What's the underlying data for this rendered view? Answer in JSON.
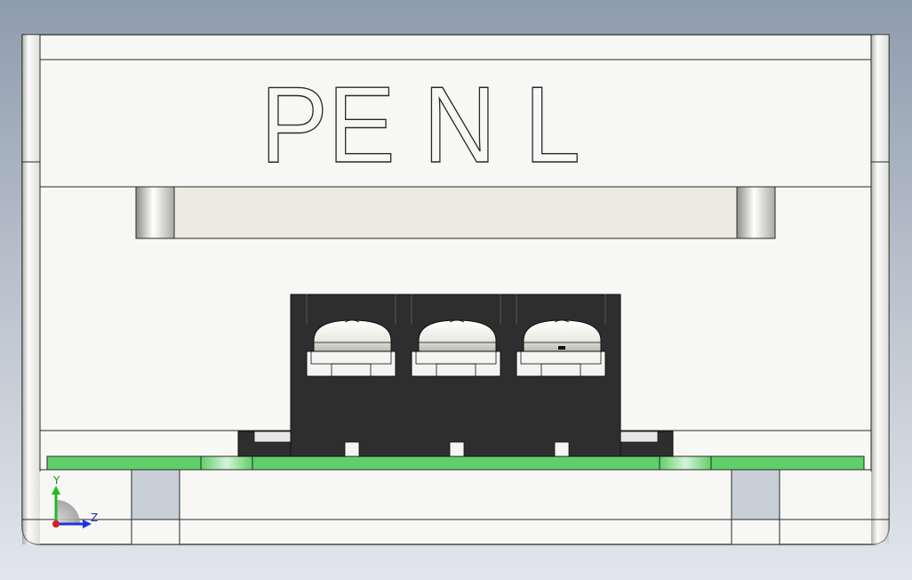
{
  "view": {
    "engraved_text": "PE N L",
    "triad": {
      "y_axis_label": "Y",
      "z_axis_label": "Z",
      "y_axis_color": "#22bb22",
      "z_axis_color": "#2233dd",
      "origin_color": "#cc2222"
    },
    "colors": {
      "housing": "#f7f7f5",
      "housing_outline": "#2a2a2a",
      "pcb": "#5fcf6a",
      "terminal_block": "#2e2e2e",
      "screw_head": "#f2f2ee",
      "window_strip": "#ecebe2"
    },
    "terminal_block": {
      "screw_count": 3
    }
  }
}
